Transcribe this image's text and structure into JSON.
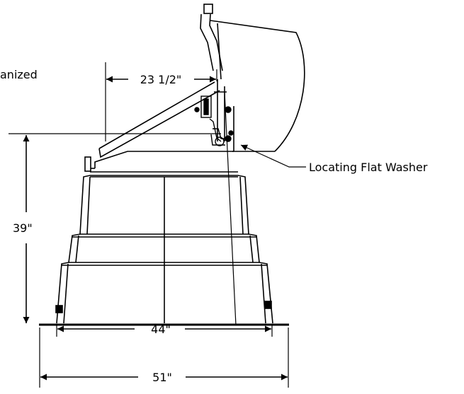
{
  "diagram": {
    "labels": {
      "galvanized_fragment": "anized",
      "top_width": "23 1/2\"",
      "washer": "Locating Flat Washer",
      "height": "39\"",
      "inner_width": "44\"",
      "outer_width": "51\""
    },
    "colors": {
      "stroke": "#000000",
      "background": "#ffffff"
    }
  }
}
